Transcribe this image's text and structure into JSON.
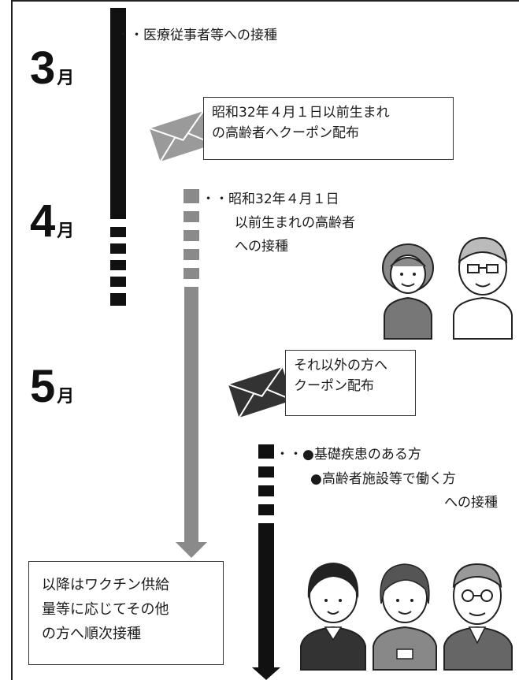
{
  "months": {
    "march": {
      "num": "3",
      "unit": "月"
    },
    "april": {
      "num": "4",
      "unit": "月"
    },
    "may": {
      "num": "5",
      "unit": "月"
    }
  },
  "notes": {
    "medical": "・・医療従事者等への接種",
    "elderly_line1": "・・昭和32年４月１日",
    "elderly_line2": "以前生まれの高齢者",
    "elderly_line3": "への接種",
    "underlying_line1": "・・●基礎疾患のある方",
    "underlying_line2": "●高齢者施設等で働く方",
    "underlying_line3": "への接種"
  },
  "boxes": {
    "coupon_elderly_line1": "昭和32年４月１日以前生まれ",
    "coupon_elderly_line2": "の高齢者へクーポン配布",
    "coupon_others_line1": "それ以外の方へ",
    "coupon_others_line2": "クーポン配布",
    "after_line1": "以降はワクチン供給",
    "after_line2": "量等に応じてその他",
    "after_line3": "の方へ順次接種"
  },
  "icons": [
    "envelope-icon",
    "elderly-couple-icon",
    "three-people-icon",
    "arrow-down-icon"
  ],
  "colors": {
    "black": "#111111",
    "gray": "#8a8a8a",
    "envelope_gray": "#9a9a9a",
    "envelope_dark": "#333333"
  }
}
